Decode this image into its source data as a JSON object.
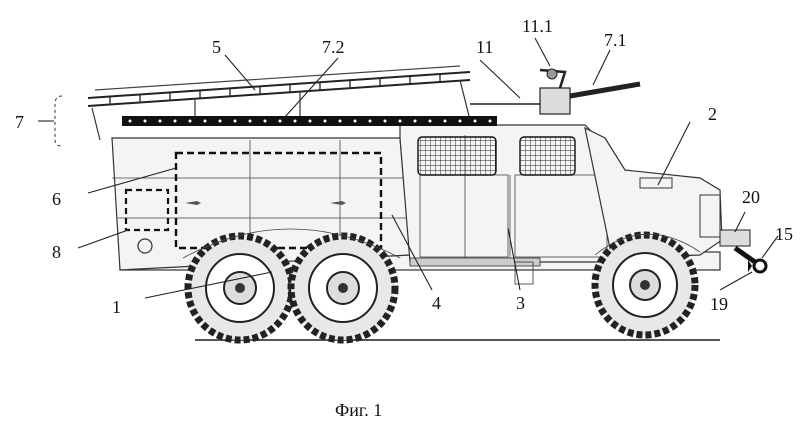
{
  "labels": {
    "l1": "1",
    "l2": "2",
    "l3": "3",
    "l4": "4",
    "l5": "5",
    "l6": "6",
    "l7": "7",
    "l8": "8",
    "l11": "11",
    "l11_1": "11.1",
    "l7_1": "7.1",
    "l7_2": "7.2",
    "l15": "15",
    "l19": "19",
    "l20": "20"
  },
  "caption": "Фиг. 1"
}
